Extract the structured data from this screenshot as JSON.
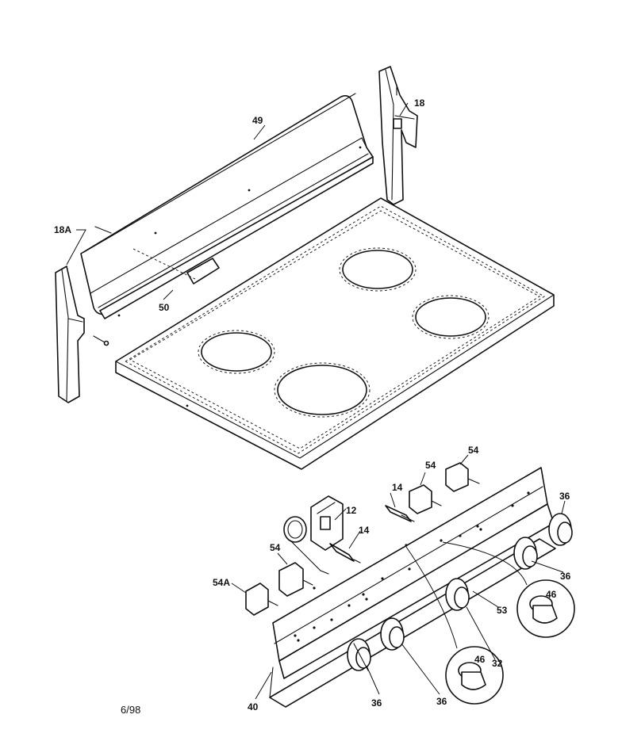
{
  "callouts": {
    "c49": "49",
    "c18": "18",
    "c18a": "18A",
    "c50": "50",
    "c14a": "14",
    "c12": "12",
    "c14b": "14",
    "c54a": "54",
    "c54b": "54",
    "c54c": "54",
    "c54A": "54A",
    "c36a": "36",
    "c36b": "36",
    "c36c": "36",
    "c36d": "36",
    "c46a": "46",
    "c46b": "46",
    "c53": "53",
    "c32": "32",
    "c40": "40"
  },
  "footer": {
    "date_code": "6/98"
  }
}
